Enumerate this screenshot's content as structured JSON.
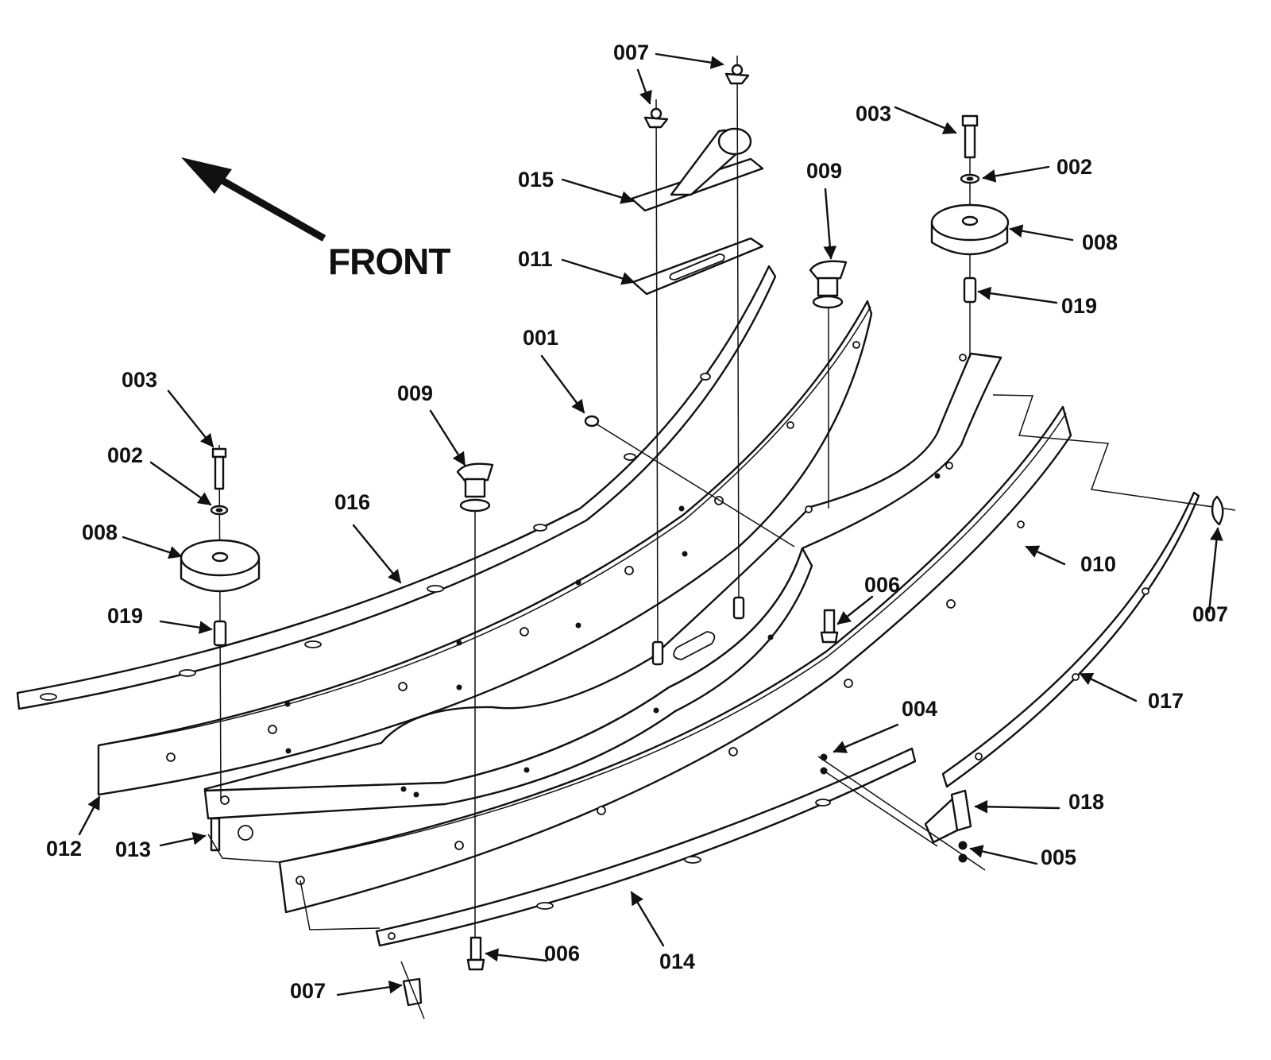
{
  "direction": "FRONT",
  "labels": {
    "a": "007",
    "b": "007",
    "c": "003",
    "d": "002",
    "e": "015",
    "f": "009",
    "g": "008",
    "h": "011",
    "i": "019",
    "j": "001",
    "k": "003",
    "l": "009",
    "m": "002",
    "n": "016",
    "o": "008",
    "p": "010",
    "q": "006",
    "r": "007",
    "s": "019",
    "t": "017",
    "u": "004",
    "v": "018",
    "w": "012",
    "x": "013",
    "y": "005",
    "z": "006",
    "aa": "014",
    "ab": "007"
  },
  "colors": {
    "ink": "#111111",
    "paper": "#ffffff"
  }
}
